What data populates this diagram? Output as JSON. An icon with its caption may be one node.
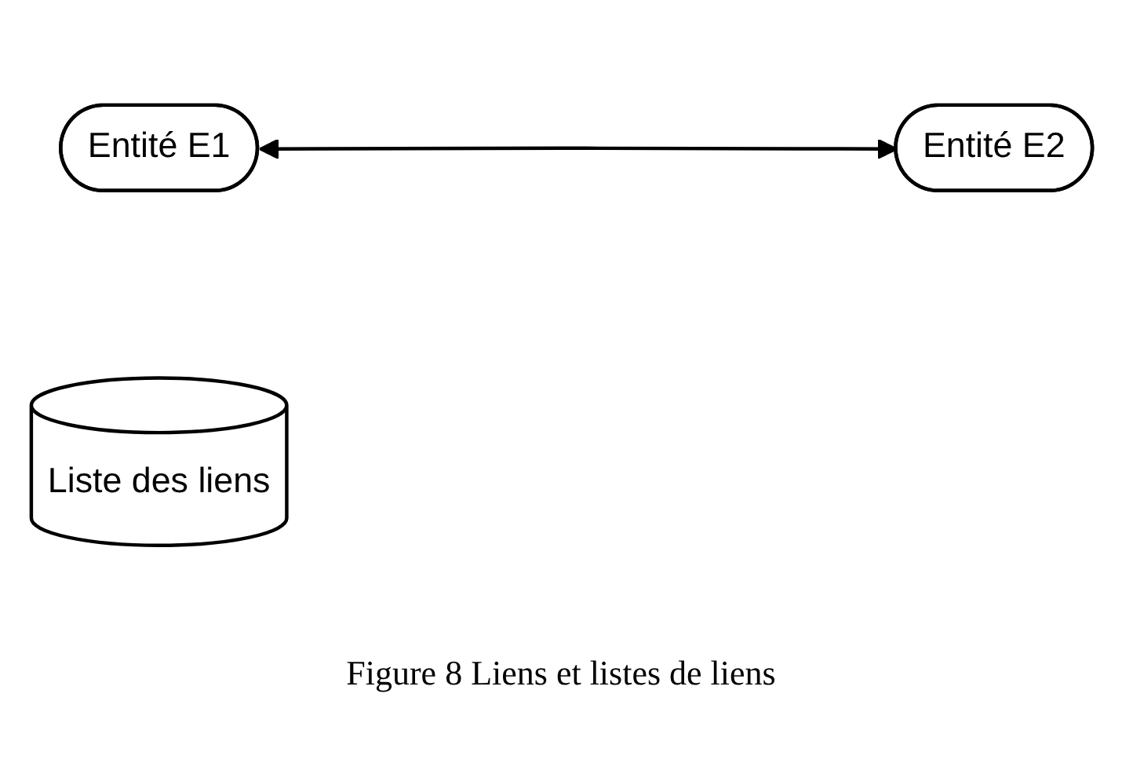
{
  "diagram": {
    "caption": "Figure 8 Liens et listes de liens",
    "nodes": [
      {
        "text": [
          "Entité E1"
        ]
      },
      {
        "text": [
          "Entité E2"
        ]
      },
      {
        "text": [
          "Liste des liens"
        ]
      }
    ],
    "edges": [
      {
        "from": 0,
        "to": 1,
        "arrow": "both"
      }
    ]
  }
}
